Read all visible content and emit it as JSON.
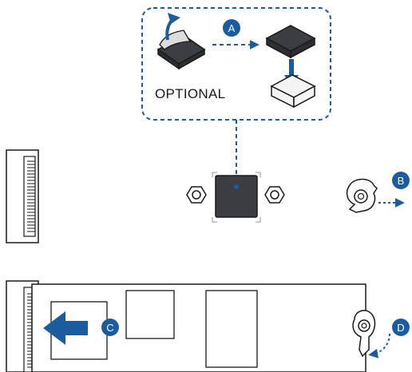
{
  "optional_box": {
    "label": "OPTIONAL"
  },
  "steps": {
    "a": "A",
    "b": "B",
    "c": "C",
    "d": "D"
  },
  "colors": {
    "accent_blue": "#1a5c9e",
    "outline": "#1a1a1a",
    "pad_dark": "#3a3d42",
    "pad_darker": "#2c2e32",
    "pad_light": "#f4f4f4"
  },
  "icons": {
    "peel": "peel-film-icon",
    "thermal_pad": "thermal-pad-icon",
    "ssd_chip": "ssd-chip-icon",
    "standoff": "hex-standoff-icon",
    "rubber_latch": "rubber-latch-icon",
    "slot": "m2-slot-icon"
  }
}
